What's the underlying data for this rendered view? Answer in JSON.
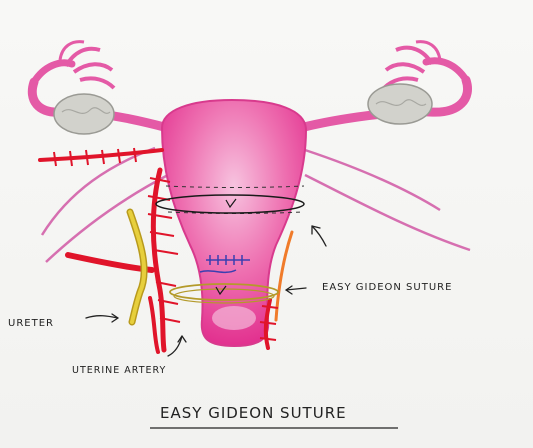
{
  "labels": {
    "suture_callout": "EASY GIDEON SUTURE",
    "ureter": "URETER",
    "uterine_artery": "UTERINE ARTERY",
    "title": "EASY GIDEON SUTURE"
  },
  "colors": {
    "uterus": "#e9409a",
    "uterus_light": "#f3a6cf",
    "artery": "#e0142a",
    "ureter": "#e7cf3c",
    "ovary": "#c9c9c4",
    "suture_black": "#1a1a1a",
    "suture_gold": "#b49a2a",
    "stitch_blue": "#3a3fb0"
  }
}
